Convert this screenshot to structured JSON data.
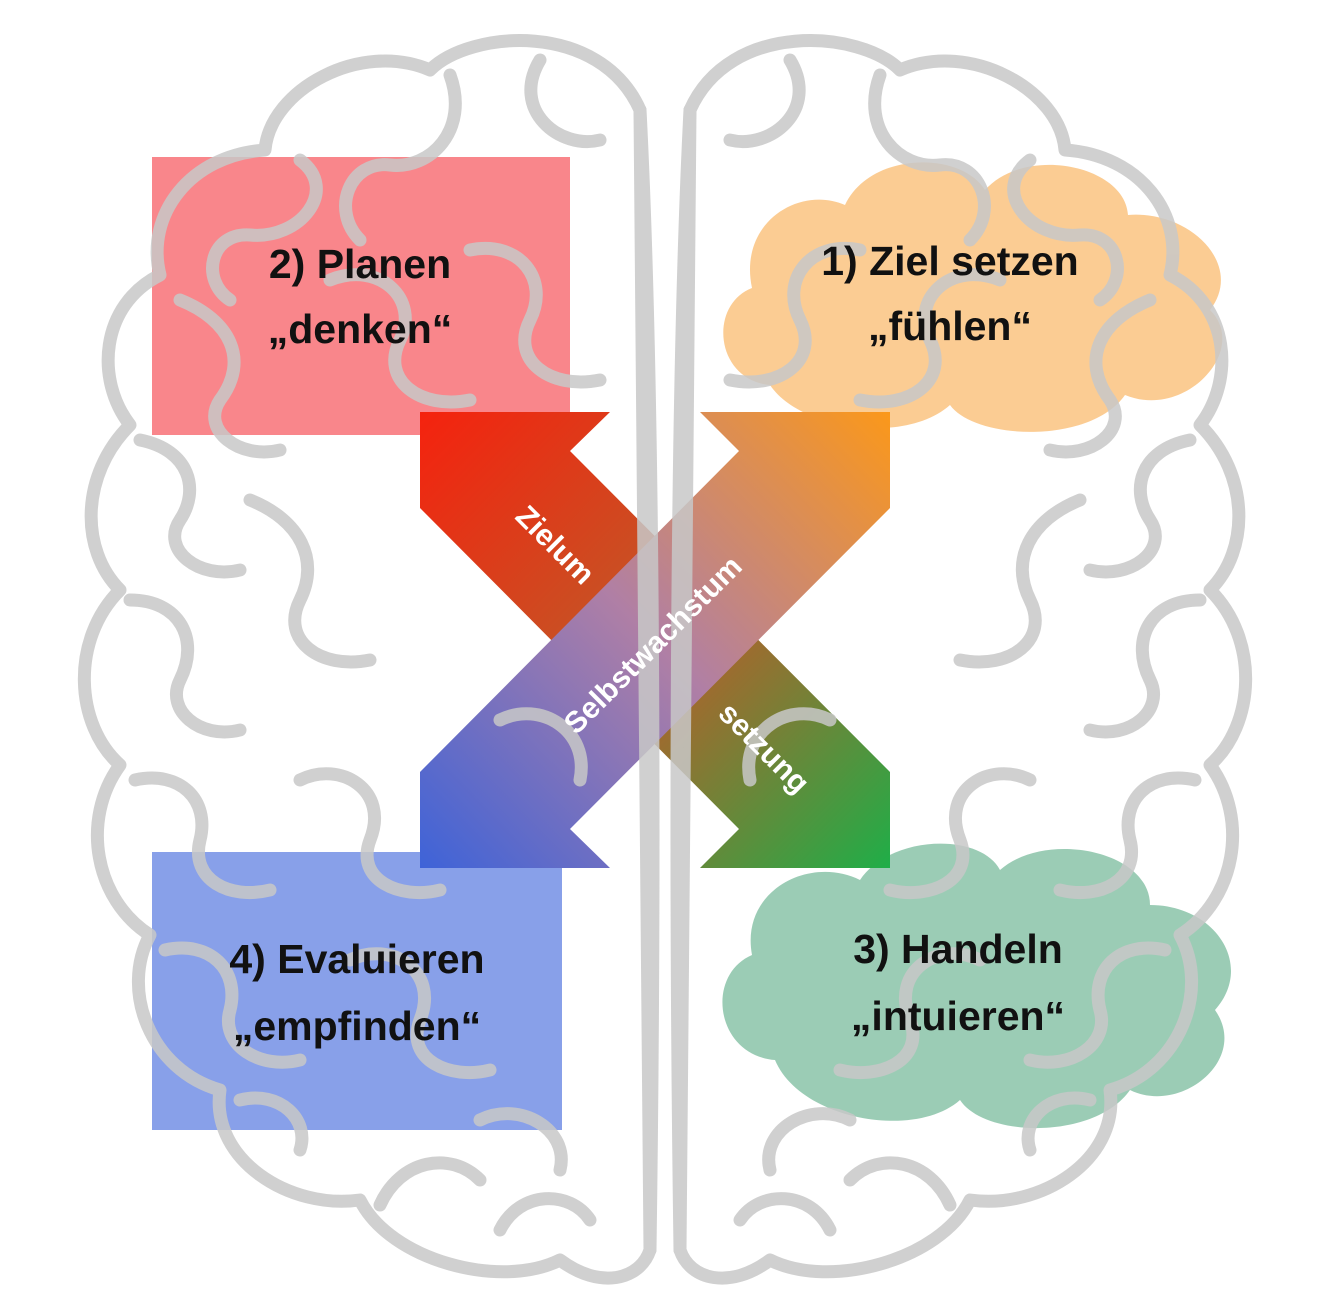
{
  "boxes": {
    "planen": {
      "title": "2) Planen",
      "subtitle": "„denken“",
      "color": "#f7646a"
    },
    "ziel": {
      "title": "1) Ziel setzen",
      "subtitle": "„fühlen“",
      "color": "#f9b96a"
    },
    "handeln": {
      "title": "3) Handeln",
      "subtitle": "„intuieren“",
      "color": "#74b998"
    },
    "evaluieren": {
      "title": "4) Evaluieren",
      "subtitle": "„empfinden“",
      "color": "#5a7be0"
    }
  },
  "arrows": {
    "zielsetzung_a": "Zielum",
    "zielsetzung_b": "setzung",
    "wachstum": "Selbstwachstum",
    "colors": {
      "red": "#f5220e",
      "orange": "#fb981a",
      "green": "#1fae48",
      "blue": "#3e63d8",
      "violet": "#a681ba"
    }
  },
  "brain": {
    "stroke": "#c8c8c8"
  }
}
